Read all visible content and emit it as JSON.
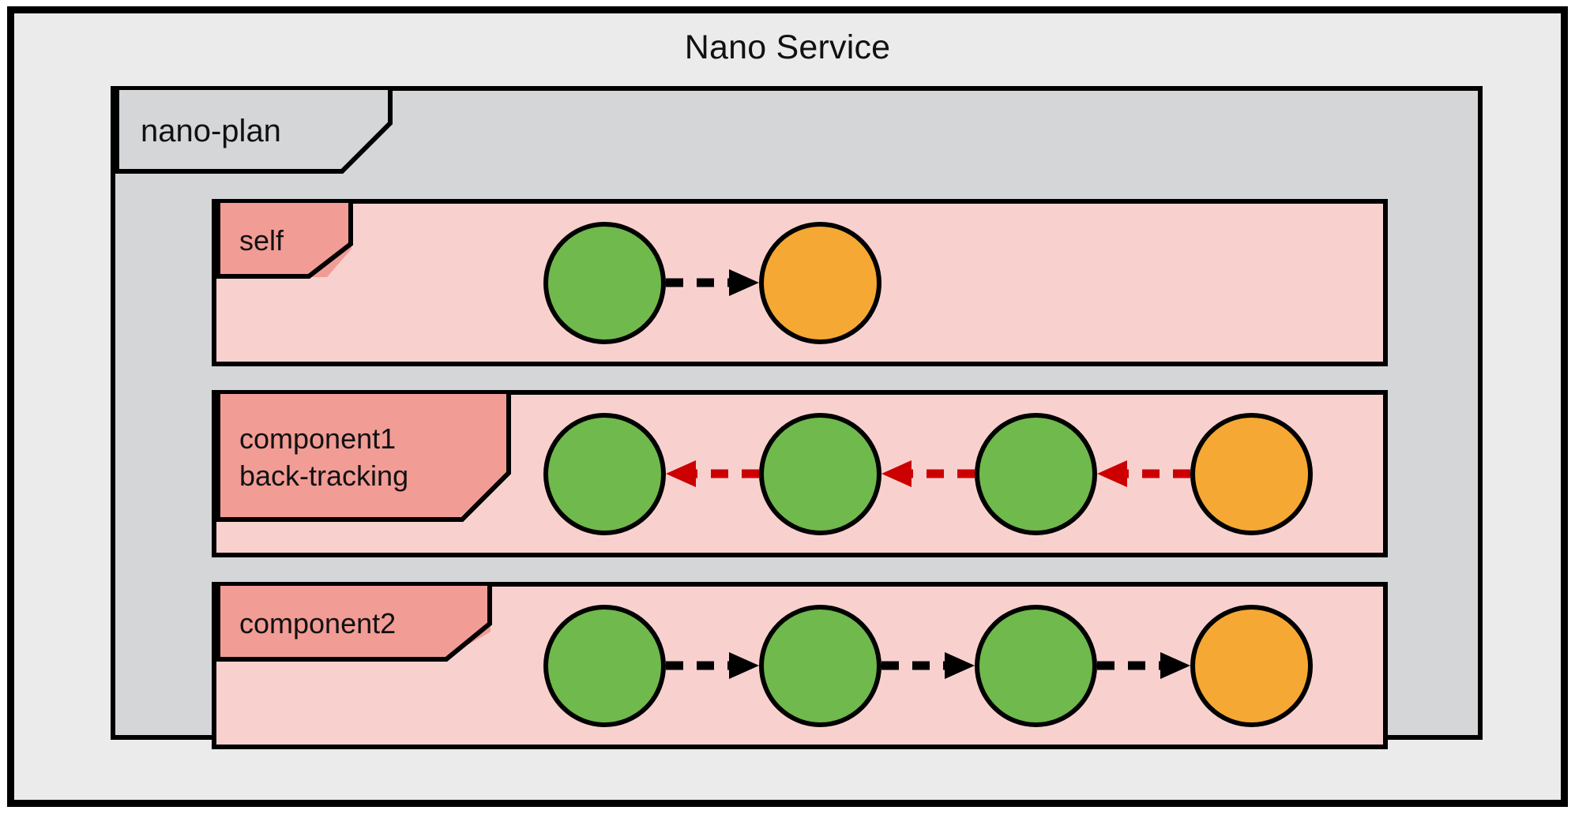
{
  "diagram": {
    "title": "Nano Service",
    "type": "swimlane-flow",
    "colors": {
      "frame_bg": "#EBEBEB",
      "plan_bg": "#D5D6D8",
      "lane_bg": "#F8D1CF",
      "lane_tab_bg": "#F29C96",
      "node_green": "#6FB94D",
      "node_orange": "#F5A833",
      "arrow_black": "#000000",
      "arrow_red": "#CC0000",
      "stroke": "#000000"
    },
    "container": {
      "label": "nano-plan",
      "shape": "beveled-tab"
    },
    "lanes": [
      {
        "id": "self",
        "label": "self",
        "label_lines": [
          "self"
        ],
        "nodes": [
          {
            "index": 0,
            "color": "green",
            "shape": "circle"
          },
          {
            "index": 1,
            "color": "orange",
            "shape": "circle"
          }
        ],
        "arrows": [
          {
            "from": 0,
            "to": 1,
            "direction": "right",
            "style": "dashed",
            "color": "black"
          }
        ]
      },
      {
        "id": "component1",
        "label": "component1 back-tracking",
        "label_lines": [
          "component1",
          "back-tracking"
        ],
        "nodes": [
          {
            "index": 0,
            "color": "green",
            "shape": "circle"
          },
          {
            "index": 1,
            "color": "green",
            "shape": "circle"
          },
          {
            "index": 2,
            "color": "green",
            "shape": "circle"
          },
          {
            "index": 3,
            "color": "orange",
            "shape": "circle"
          }
        ],
        "arrows": [
          {
            "from": 1,
            "to": 0,
            "direction": "left",
            "style": "dashed",
            "color": "red"
          },
          {
            "from": 2,
            "to": 1,
            "direction": "left",
            "style": "dashed",
            "color": "red"
          },
          {
            "from": 3,
            "to": 2,
            "direction": "left",
            "style": "dashed",
            "color": "red"
          }
        ]
      },
      {
        "id": "component2",
        "label": "component2",
        "label_lines": [
          "component2"
        ],
        "nodes": [
          {
            "index": 0,
            "color": "green",
            "shape": "circle"
          },
          {
            "index": 1,
            "color": "green",
            "shape": "circle"
          },
          {
            "index": 2,
            "color": "green",
            "shape": "circle"
          },
          {
            "index": 3,
            "color": "orange",
            "shape": "circle"
          }
        ],
        "arrows": [
          {
            "from": 0,
            "to": 1,
            "direction": "right",
            "style": "dashed",
            "color": "black"
          },
          {
            "from": 1,
            "to": 2,
            "direction": "right",
            "style": "dashed",
            "color": "black"
          },
          {
            "from": 2,
            "to": 3,
            "direction": "right",
            "style": "dashed",
            "color": "black"
          }
        ]
      }
    ]
  }
}
